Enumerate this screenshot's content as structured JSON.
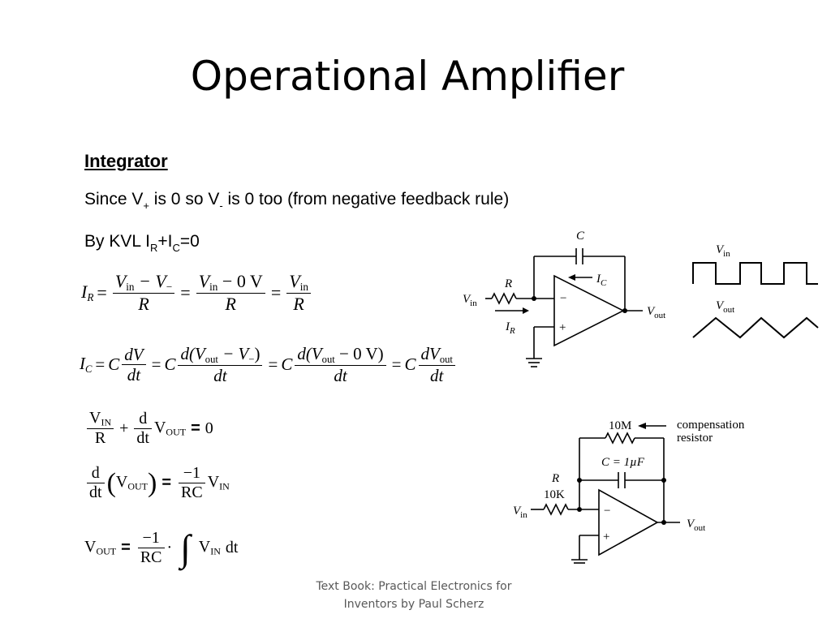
{
  "slide": {
    "title": "Operational Amplifier",
    "heading": "Integrator",
    "since": {
      "a": "Since V",
      "plus": "+",
      "b": " is 0 so V",
      "minus": "-",
      "c": " is 0 too (from negative feedback rule)"
    },
    "kvl": {
      "a": "By KVL I",
      "r": "R",
      "b": "+I",
      "c": "C",
      "d": "=0"
    },
    "footer": {
      "line1": "Text Book: Practical Electronics for",
      "line2": "Inventors by Paul Scherz"
    }
  },
  "equations": {
    "eq1": {
      "lhs": "I",
      "lhs_sub": "R",
      "n1": "V",
      "n1s": "in",
      "n1m": " − V",
      "n1ms": "−",
      "d1": "R",
      "n2": "V",
      "n2s": "in",
      "n2b": " − 0 V",
      "d2": "R",
      "n3": "V",
      "n3s": "in",
      "d3": "R"
    },
    "eq2": {
      "lhs": "I",
      "lhs_sub": "C",
      "c": "C",
      "n1": "dV",
      "d1": "dt",
      "n2a": "d(V",
      "n2s": "out",
      "n2b": " − V",
      "n2ms": "−",
      "n2c": ")",
      "d2": "dt",
      "n3a": "d(V",
      "n3s": "out",
      "n3b": " − 0 V)",
      "d3": "dt",
      "n4a": "dV",
      "n4s": "out",
      "d4": "dt"
    },
    "eq3": {
      "n1": "V",
      "n1s": "IN",
      "d1": "R",
      "plus": "+",
      "n2": "d",
      "d2": "dt",
      "v": "V",
      "vs": "OUT",
      "eq": "=",
      "zero": "0"
    },
    "eq4": {
      "n1": "d",
      "d1": "dt",
      "lp": "(",
      "v": "V",
      "vs": "OUT",
      "rp": ")",
      "eq": "=",
      "n2": "−1",
      "d2": "RC",
      "v2": "V",
      "v2s": "IN"
    },
    "eq5": {
      "v": "V",
      "vs": "OUT",
      "eq": "=",
      "n1": "−1",
      "d1": "RC",
      "dot": "·",
      "int": "∫",
      "v2": "V",
      "v2s": "IN",
      "dt": "dt"
    }
  },
  "circuit1": {
    "c": "C",
    "ic": "I",
    "ic_sub": "C",
    "r": "R",
    "vin": "V",
    "vin_sub": "in",
    "ir": "I",
    "ir_sub": "R",
    "minus": "−",
    "plus": "+",
    "vout": "V",
    "vout_sub": "out"
  },
  "waveforms": {
    "vin": "V",
    "vin_sub": "in",
    "vout": "V",
    "vout_sub": "out"
  },
  "circuit2": {
    "r10m": "10M",
    "comp1": "compensation",
    "comp2": "resistor",
    "cap": "C = 1µF",
    "r": "R",
    "r10k": "10K",
    "vin": "V",
    "vin_sub": "in",
    "minus": "−",
    "plus": "+",
    "vout": "V",
    "vout_sub": "out"
  }
}
